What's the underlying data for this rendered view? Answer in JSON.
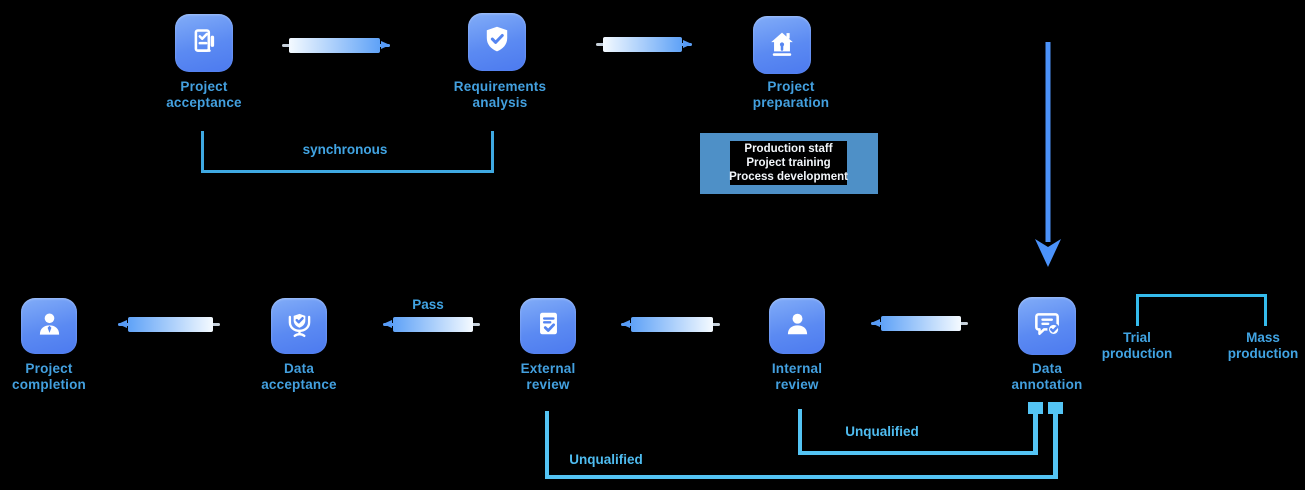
{
  "flow": {
    "top_nodes": [
      {
        "id": "project-acceptance",
        "label": "Project\nacceptance",
        "icon": "document-check-icon"
      },
      {
        "id": "requirements-analysis",
        "label": "Requirements\nanalysis",
        "icon": "shield-check-icon"
      },
      {
        "id": "project-preparation",
        "label": "Project\npreparation",
        "icon": "house-icon"
      }
    ],
    "bottom_nodes": [
      {
        "id": "project-completion",
        "label": "Project\ncompletion",
        "icon": "person-tie-icon"
      },
      {
        "id": "data-acceptance",
        "label": "Data\nacceptance",
        "icon": "award-shield-icon"
      },
      {
        "id": "external-review",
        "label": "External\nreview",
        "icon": "document-review-icon"
      },
      {
        "id": "internal-review",
        "label": "Internal\nreview",
        "icon": "person-icon"
      },
      {
        "id": "data-annotation",
        "label": "Data\nannotation",
        "icon": "chat-check-icon"
      }
    ],
    "annotations": {
      "synchronous": "synchronous",
      "pass": "Pass",
      "unqualified_external": "Unqualified",
      "unqualified_internal": "Unqualified",
      "trial_production": "Trial\nproduction",
      "mass_production": "Mass\nproduction"
    },
    "production_box": {
      "lines": [
        "Production staff",
        "Project training",
        "Process development"
      ]
    },
    "colors": {
      "background": "#000000",
      "icon_gradient_light": "#82ADF8",
      "icon_gradient_dark": "#4C7AEF",
      "label_text": "#43A0DF",
      "connector_blue": "#4B92FA",
      "sync_bracket": "#3FA9E2",
      "trial_bracket": "#35BBEC",
      "loop_cyan": "#54C4F4",
      "arrow_gradient_light": "#F4FAFF",
      "arrow_gradient_blue": "#5FA2F7",
      "production_box_bg": "#4E90C7",
      "production_inner_bg": "#000000",
      "production_text": "#F2F6FA"
    }
  }
}
